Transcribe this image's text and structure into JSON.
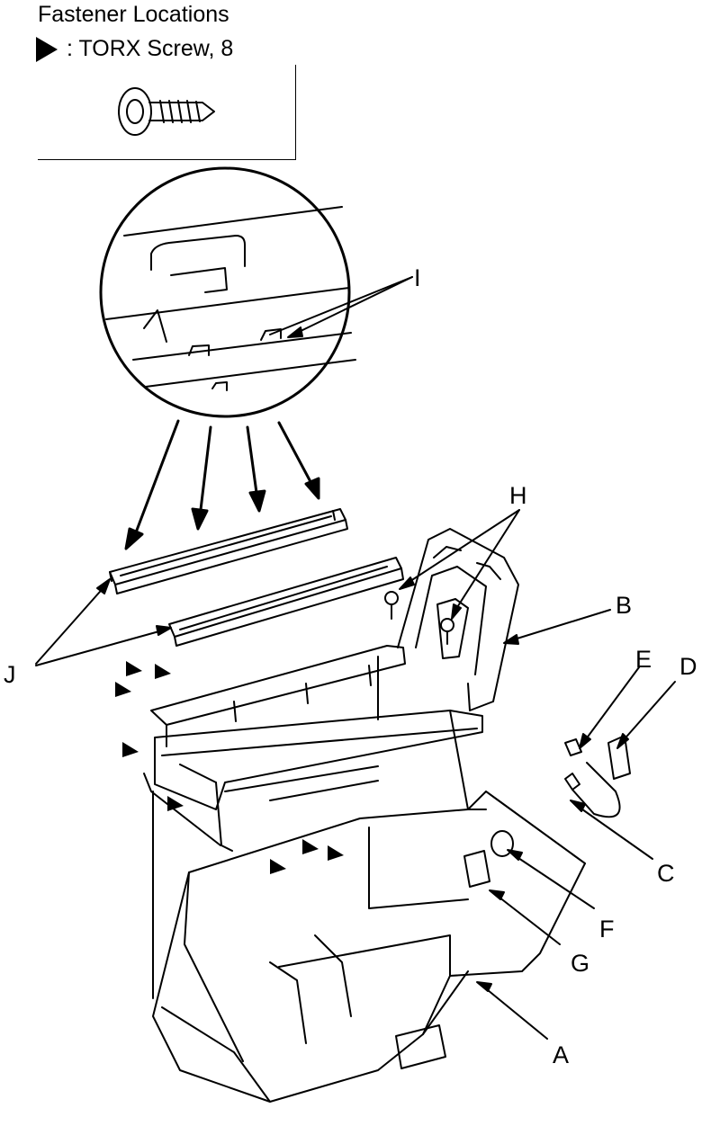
{
  "legend": {
    "title": "Fastener Locations",
    "symbol_icon": "filled-triangle-icon",
    "fastener_label": ": TORX Screw, 8"
  },
  "callouts": {
    "A": "A",
    "B": "B",
    "C": "C",
    "D": "D",
    "E": "E",
    "F": "F",
    "G": "G",
    "H": "H",
    "I": "I",
    "J": "J"
  },
  "colors": {
    "line": "#000000",
    "background": "#ffffff"
  }
}
